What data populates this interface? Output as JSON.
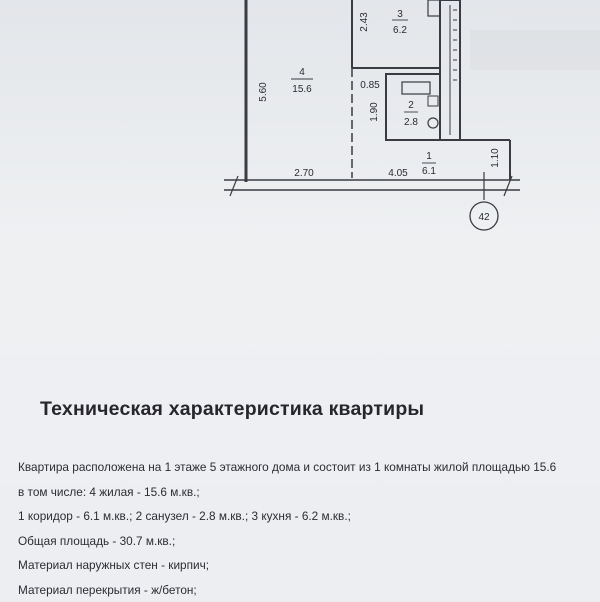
{
  "plan": {
    "rooms": [
      {
        "number": "4",
        "area": "15.6"
      },
      {
        "number": "3",
        "area": "6.2"
      },
      {
        "number": "2",
        "area": "2.8"
      },
      {
        "number": "1",
        "area": "6.1"
      }
    ],
    "dimensions": {
      "height_left": "5.60",
      "kitchen_height": "2.43",
      "width_bottom_left": "2.70",
      "width_bottom_right": "4.05",
      "width_top_small": "0.85",
      "bath_height": "1.90",
      "corridor_height": "1.10"
    },
    "axis_marker": "42"
  },
  "document": {
    "title": "Техническая характеристика квартиры",
    "lines": [
      "Квартира расположена на 1 этаже 5 этажного дома и состоит из 1 комнаты жилой площадью 15.6",
      "в том числе: 4 жилая - 15.6 м.кв.;",
      "1 коридор - 6.1 м.кв.; 2 санузел - 2.8 м.кв.; 3 кухня - 6.2 м.кв.;",
      "Общая площадь - 30.7 м.кв.;",
      "Материал наружных стен - кирпич;",
      "Материал перекрытия - ж/бетон;"
    ]
  }
}
